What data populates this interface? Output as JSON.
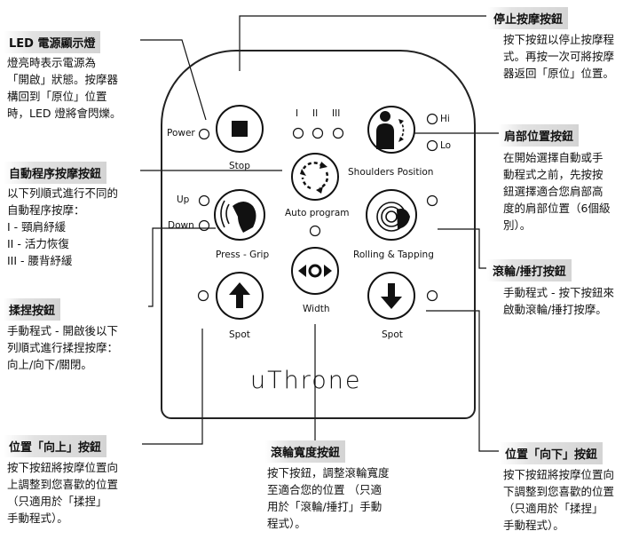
{
  "panel": {
    "brand": "uThrone",
    "labels": {
      "power": "Power",
      "stop": "Stop",
      "levels": [
        "I",
        "II",
        "III"
      ],
      "hi": "Hi",
      "lo": "Lo",
      "shoulders_position": "Shoulders Position",
      "auto_program": "Auto program",
      "up": "Up",
      "down": "Down",
      "press_grip": "Press - Grip",
      "rolling_tapping": "Rolling & Tapping",
      "width": "Width",
      "spot_left": "Spot",
      "spot_right": "Spot"
    }
  },
  "annotations": {
    "led": {
      "title": "LED 電源顯示燈",
      "lines": [
        "燈亮時表示電源為",
        "「開啟」狀態。按摩器",
        "構回到「原位」位置",
        "時，LED 燈將會閃爍。"
      ]
    },
    "auto": {
      "title": "自動程序按摩按鈕",
      "lines": [
        "以下列順式進行不同的",
        "自動程序按摩：",
        "I - 頸肩紓緩",
        "II - 活力恢復",
        "III - 腰背紓緩"
      ]
    },
    "grip": {
      "title": "揉捏按鈕",
      "lines": [
        "手動程式 - 開啟後以下",
        "列順式進行揉捏按摩：",
        "向上/向下/關閉。"
      ]
    },
    "up": {
      "title": "位置「向上」按鈕",
      "lines": [
        "按下按鈕將按摩位置向",
        "上調整到您喜歡的位置",
        "（只適用於「揉捏」",
        "手動程式）。"
      ]
    },
    "width": {
      "title": "滾輪寬度按鈕",
      "lines": [
        "按下按鈕，調整滾輪寬度",
        "至適合您的位置 （只適",
        "用於「滾輪/捶打」手動",
        "程式）。"
      ]
    },
    "stop": {
      "title": "停止按摩按鈕",
      "lines": [
        "按下按鈕以停止按摩程",
        "式。再按一次可將按摩",
        "器返回「原位」位置。"
      ]
    },
    "shoulder": {
      "title": "肩部位置按鈕",
      "lines": [
        "在開始選擇自動或手",
        "動程式之前，先按按",
        "鈕選擇適合您肩部高",
        "度的肩部位置（6個級",
        "別）。"
      ]
    },
    "rolling": {
      "title": "滾輪/捶打按鈕",
      "lines": [
        "手動程式 - 按下按鈕來",
        "啟動滾輪/捶打按摩。"
      ]
    },
    "down": {
      "title": "位置「向下」按鈕",
      "lines": [
        "按下按鈕將按摩位置向",
        "下調整到您喜歡的位置",
        "（只適用於「揉捏」",
        "手動程式）。"
      ]
    }
  }
}
